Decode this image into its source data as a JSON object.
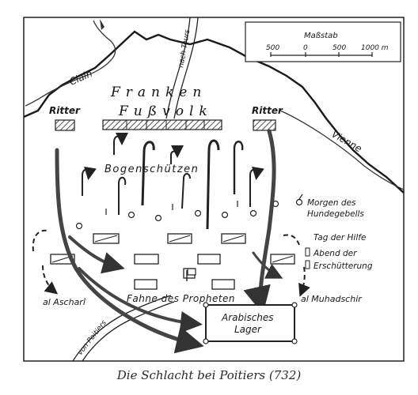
{
  "caption": "Die Schlacht bei Poitiers (732)",
  "scale": {
    "title": "Maßstab",
    "ticks": [
      "500",
      "0",
      "500",
      "1000 m"
    ]
  },
  "rivers": {
    "clain": "Clain",
    "vienne": "Vienne"
  },
  "roads": {
    "nach_tours": "nach Tours",
    "von_poitiers": "von Poitiers"
  },
  "forces": {
    "franken": "Franken",
    "fussvolk": "Fußvolk",
    "ritter_left": "Ritter",
    "ritter_right": "Ritter",
    "bogenschuetzen": "Bogenschützen",
    "fahne": "Fahne des Propheten",
    "lager_line1": "Arabisches",
    "lager_line2": "Lager"
  },
  "legend": {
    "morgen_line1": "Morgen des",
    "morgen_line2": "Hundegebells",
    "tag": "Tag der Hilfe",
    "abend_line1": "Abend der",
    "abend_line2": "Erschütterung"
  },
  "commanders": {
    "left": "al Ascharî",
    "right": "al Muhadschir"
  }
}
